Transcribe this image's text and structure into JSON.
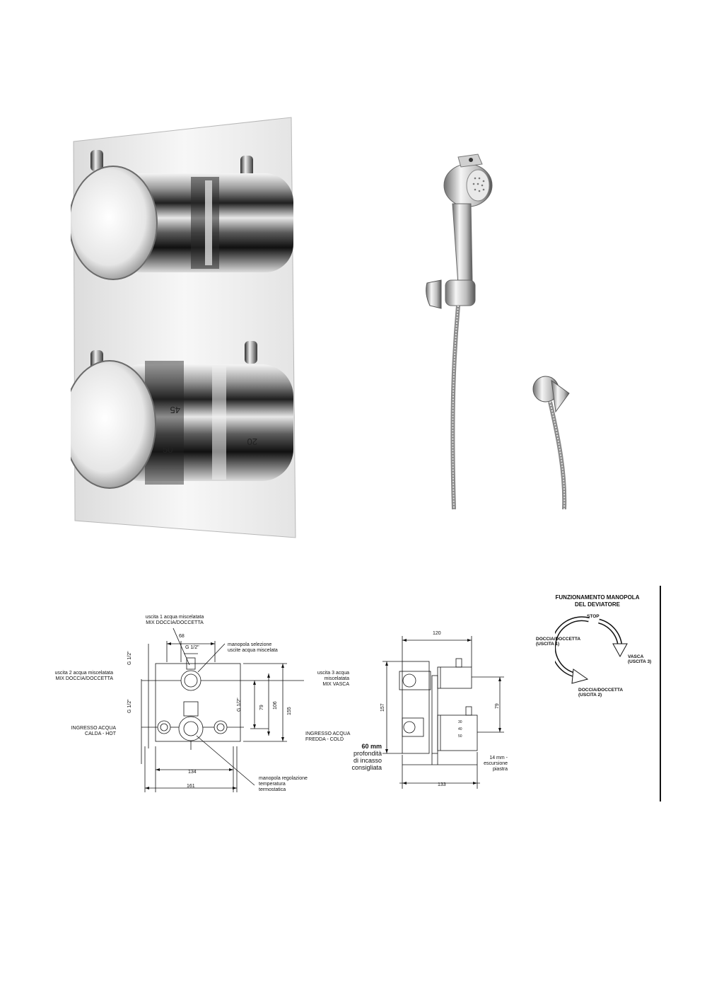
{
  "front_view": {
    "outlet1": "uscita 1 acqua miscelatata",
    "outlet1_mix": "MIX DOCCIA/DOCCETTA",
    "selector_line1": "manopola selezione",
    "selector_line2": "uscite acqua miscelata",
    "outlet2": "uscita 2 acqua miscelatata",
    "outlet2_mix": "MIX DOCCIA/DOCCETTA",
    "outlet3_line1": "uscita 3 acqua",
    "outlet3_line2": "miscelatata",
    "outlet3_mix": "MIX VASCA",
    "hot_line1": "INGRESSO ACQUA",
    "hot_line2": "CALDA - HOT",
    "cold_line1": "INGRESSO ACQUA",
    "cold_line2": "FREDDA - COLD",
    "thermo_line1": "manopola regolazione",
    "thermo_line2": "temperatura",
    "thermo_line3": "termostatica",
    "dim_68": "68",
    "dim_g_top": "G 1/2\"",
    "dim_g_left_top": "G 1/2\"",
    "dim_g_left_bottom": "G 1/2\"",
    "dim_g_right": "G 1/2\"",
    "dim_79": "79",
    "dim_106": "106",
    "dim_155": "155",
    "dim_134": "134",
    "dim_161": "161"
  },
  "side_view": {
    "dim_120": "120",
    "dim_157": "157",
    "dim_79": "79",
    "dim_133": "133",
    "depth_bold": "60 mm",
    "depth_line2": "profondità",
    "depth_line3": "di incasso",
    "depth_line4": "consigliata",
    "travel_line1": "14 mm -",
    "travel_line2": "escursione",
    "travel_line3": "piastra",
    "scale_30": "30",
    "scale_40": "40",
    "scale_50": "50"
  },
  "diverter": {
    "title_line1": "FUNZIONAMENTO MANOPOLA",
    "title_line2": "DEL DEVIATORE",
    "stop": "STOP",
    "out1_line1": "DOCCIA/DOCCETTA",
    "out1_line2": "(USCITA 1)",
    "out3_line1": "VASCA",
    "out3_line2": "(USCITA 3)",
    "out2_line1": "DOCCIA/DOCCETTA",
    "out2_line2": "(USCITA 2)"
  },
  "product_photo": {
    "dial_45": "45",
    "dial_50": "50",
    "dial_20": "20"
  },
  "colors": {
    "chrome_light": "#f4f4f4",
    "chrome_dark": "#1a1a1a",
    "line": "#111111"
  }
}
